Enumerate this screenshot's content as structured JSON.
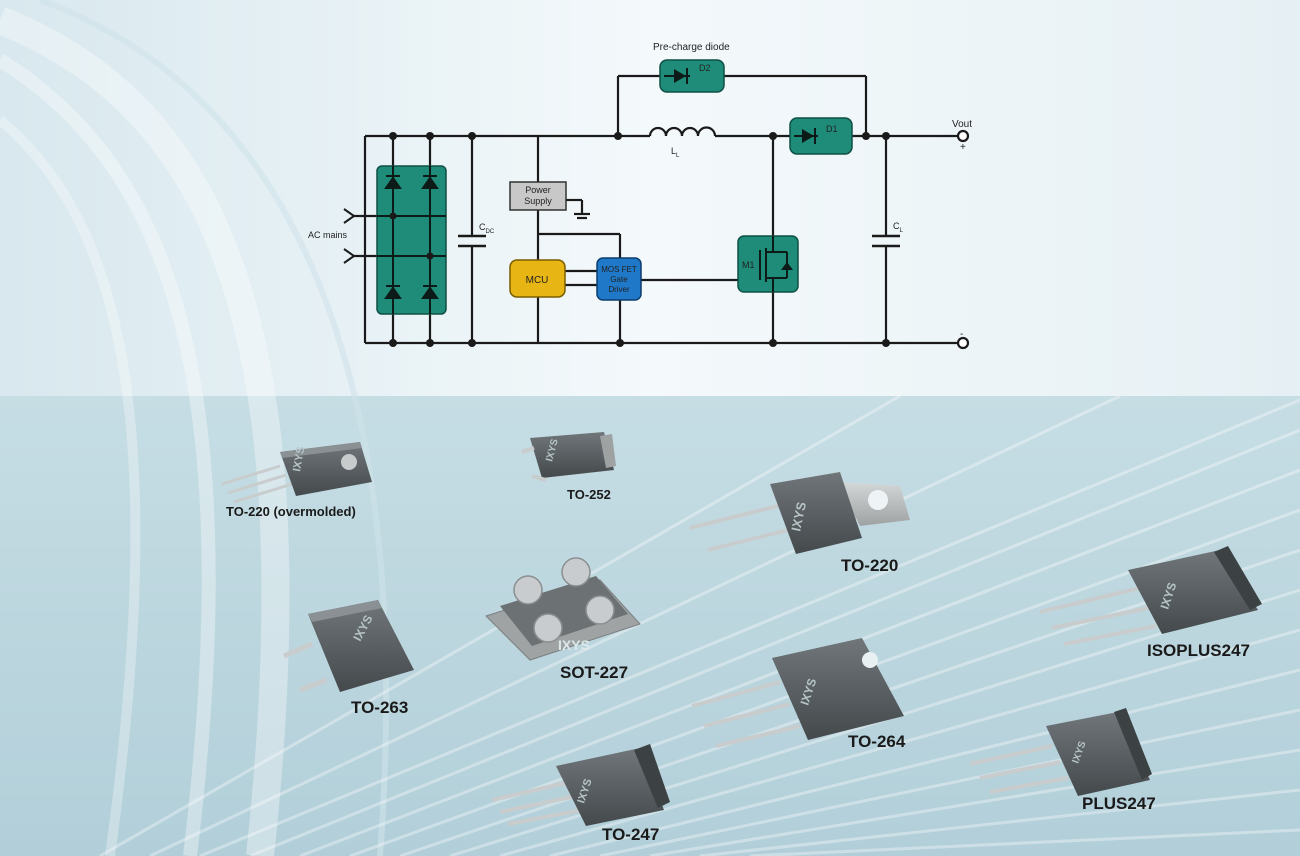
{
  "circuit": {
    "ac_mains": "AC mains",
    "pre_charge": "Pre-charge diode",
    "d2": "D2",
    "d1": "D1",
    "vout": "Vout",
    "plus": "+",
    "minus": "-",
    "inductor": "L",
    "inductor_sub": "L",
    "cdc": "C",
    "cdc_sub": "DC",
    "cl": "C",
    "cl_sub": "L",
    "power_supply_1": "Power",
    "power_supply_2": "Supply",
    "mcu": "MCU",
    "gate_1": "MOS FET",
    "gate_2": "Gate",
    "gate_3": "Driver",
    "m1": "M1"
  },
  "packages": {
    "to220_overmolded": "TO-220 (overmolded)",
    "to252": "TO-252",
    "to220": "TO-220",
    "sot227": "SOT-227",
    "to263": "TO-263",
    "isoplus247": "ISOPLUS247",
    "to264": "TO-264",
    "plus247": "PLUS247",
    "to247": "TO-247"
  },
  "brand": {
    "logo_text": "IXYS"
  },
  "colors": {
    "diode_fill": "#1e8c78",
    "mcu_fill": "#e8b614",
    "driver_fill": "#1f78c8",
    "supply_fill": "#c8c8c8",
    "package_body": "#5a5e60",
    "package_tab": "#b9bcbd"
  }
}
